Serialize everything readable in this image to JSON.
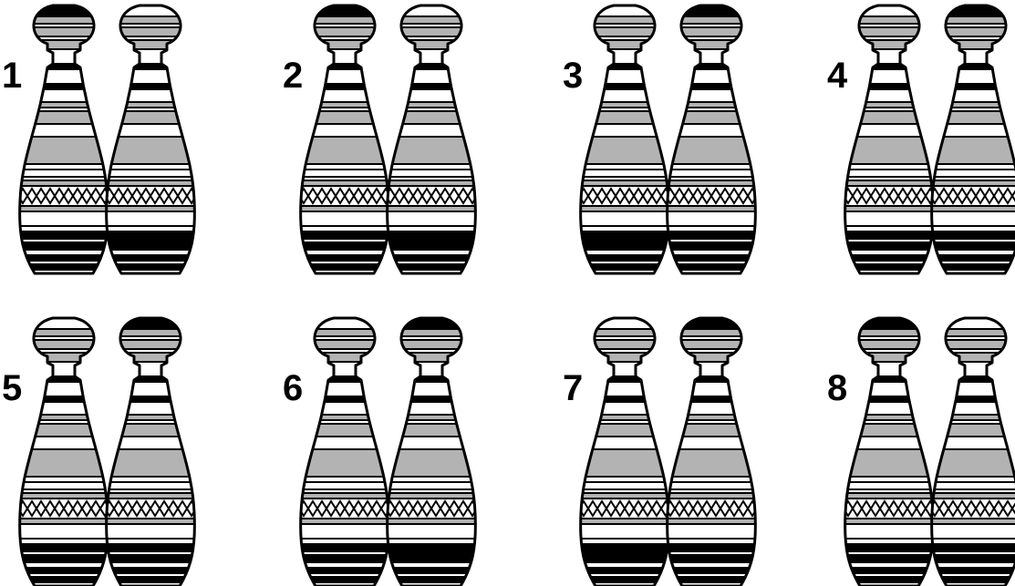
{
  "colors": {
    "outline": "#000000",
    "fill_white": "#ffffff",
    "fill_gray": "#b3b3b3",
    "fill_black": "#000000"
  },
  "pairs": [
    {
      "label": "1",
      "left_cap": "black",
      "right_cap": "white",
      "left_low": "thin",
      "right_low": "thick"
    },
    {
      "label": "2",
      "left_cap": "black",
      "right_cap": "white",
      "left_low": "thin",
      "right_low": "thick"
    },
    {
      "label": "3",
      "left_cap": "white",
      "right_cap": "black",
      "left_low": "thick",
      "right_low": "thin"
    },
    {
      "label": "4",
      "left_cap": "white",
      "right_cap": "black",
      "left_low": "thin",
      "right_low": "thin"
    },
    {
      "label": "5",
      "left_cap": "white",
      "right_cap": "black",
      "left_low": "thin",
      "right_low": "thin"
    },
    {
      "label": "6",
      "left_cap": "white",
      "right_cap": "black",
      "left_low": "thin",
      "right_low": "thick"
    },
    {
      "label": "7",
      "left_cap": "white",
      "right_cap": "black",
      "left_low": "thick",
      "right_low": "thin"
    },
    {
      "label": "8",
      "left_cap": "black",
      "right_cap": "white",
      "left_low": "thin",
      "right_low": "thin"
    }
  ]
}
